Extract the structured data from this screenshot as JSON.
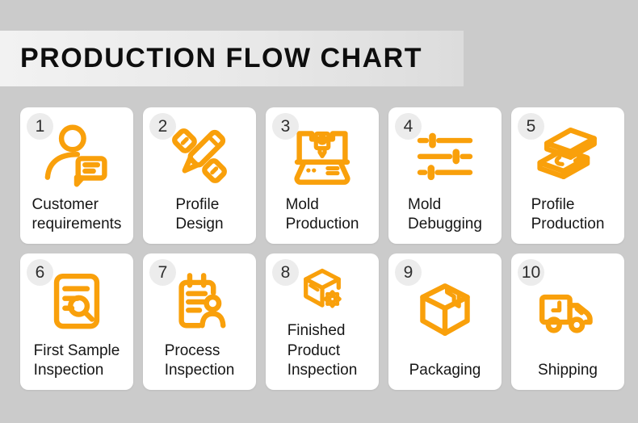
{
  "theme": {
    "accent": "#F9A00B",
    "page-bg": "#CBCBCB",
    "card-bg": "#FFFFFF",
    "number-bg": "#ECECEC",
    "text": "#161616"
  },
  "header": {
    "title": "PRODUCTION FLOW CHART"
  },
  "steps": [
    {
      "number": "1",
      "label": "Customer\nrequirements",
      "icon": "customer-person-chat-icon"
    },
    {
      "number": "2",
      "label": "Profile\nDesign",
      "icon": "pencil-ruler-icon"
    },
    {
      "number": "3",
      "label": "Mold\nProduction",
      "icon": "cnc-machine-icon"
    },
    {
      "number": "4",
      "label": "Mold\nDebugging",
      "icon": "sliders-icon"
    },
    {
      "number": "5",
      "label": "Profile\nProduction",
      "icon": "ibeam-profile-icon"
    },
    {
      "number": "6",
      "label": "First Sample\nInspection",
      "icon": "document-magnifier-icon"
    },
    {
      "number": "7",
      "label": "Process\nInspection",
      "icon": "clipboard-person-icon"
    },
    {
      "number": "8",
      "label": "Finished\nProduct\nInspection",
      "icon": "box-gear-icon"
    },
    {
      "number": "9",
      "label": "Packaging",
      "icon": "packed-box-icon"
    },
    {
      "number": "10",
      "label": "Shipping",
      "icon": "delivery-truck-icon"
    }
  ]
}
